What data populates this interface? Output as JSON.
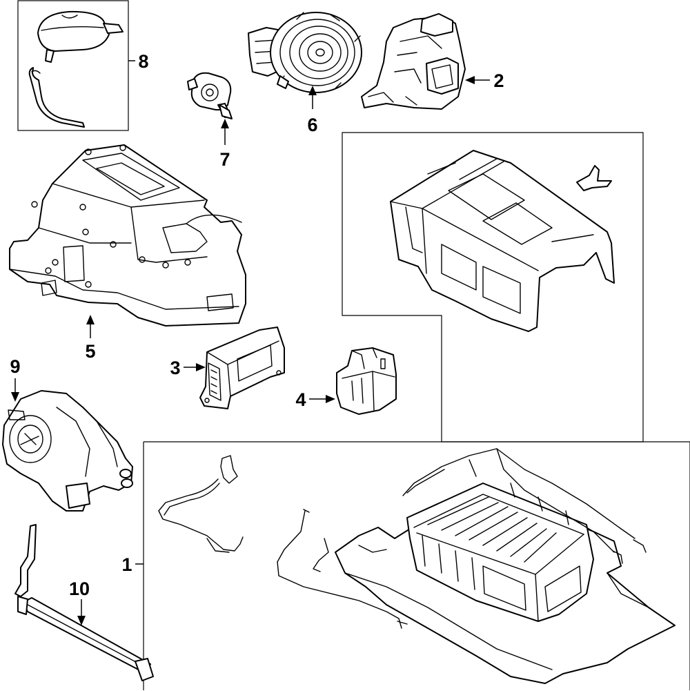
{
  "diagram": {
    "callouts": [
      {
        "id": "1",
        "text": "1"
      },
      {
        "id": "2",
        "text": "2"
      },
      {
        "id": "3",
        "text": "3"
      },
      {
        "id": "4",
        "text": "4"
      },
      {
        "id": "5",
        "text": "5"
      },
      {
        "id": "6",
        "text": "6"
      },
      {
        "id": "7",
        "text": "7"
      },
      {
        "id": "8",
        "text": "8"
      },
      {
        "id": "9",
        "text": "9"
      },
      {
        "id": "10",
        "text": "10"
      }
    ],
    "parts": [
      {
        "id": "1",
        "icon": "battery-pack-assembly-icon"
      },
      {
        "id": "2",
        "icon": "electric-motor-housing-icon"
      },
      {
        "id": "3",
        "icon": "control-module-icon"
      },
      {
        "id": "4",
        "icon": "relay-block-icon"
      },
      {
        "id": "5",
        "icon": "inverter-assembly-icon"
      },
      {
        "id": "6",
        "icon": "generator-rotor-icon"
      },
      {
        "id": "7",
        "icon": "coolant-pump-icon"
      },
      {
        "id": "8",
        "icon": "coolant-reservoir-icon"
      },
      {
        "id": "9",
        "icon": "drive-motor-icon"
      },
      {
        "id": "10",
        "icon": "cooler-tube-icon"
      }
    ],
    "colors": {
      "line": "#000000",
      "background": "#ffffff"
    }
  }
}
